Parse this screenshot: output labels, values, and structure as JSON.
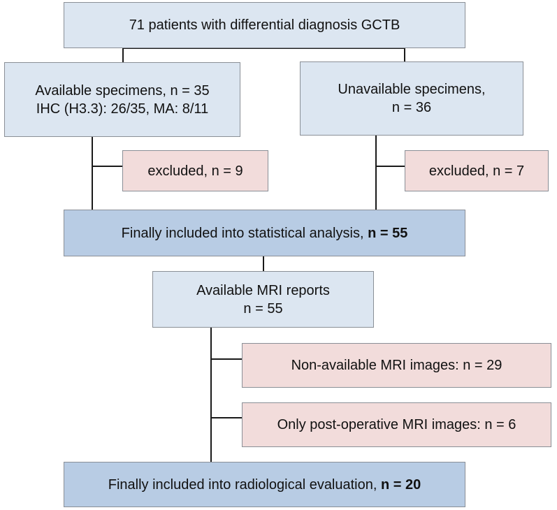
{
  "diagram": {
    "top": {
      "text": "71 patients with differential diagnosis GCTB"
    },
    "available": {
      "line1": "Available specimens, n = 35",
      "line2": "IHC (H3.3): 26/35, MA: 8/11"
    },
    "unavailable": {
      "line1": "Unavailable specimens,",
      "line2": "n = 36"
    },
    "excluded_left": {
      "text": "excluded, n = 9"
    },
    "excluded_right": {
      "text": "excluded, n = 7"
    },
    "stat_included": {
      "prefix": "Finally included into statistical analysis, ",
      "count": "n = 55"
    },
    "mri_reports": {
      "line1": "Available MRI reports",
      "line2": "n = 55"
    },
    "non_available_mri": {
      "text": "Non-available MRI images: n = 29"
    },
    "postop_mri": {
      "text": "Only post-operative MRI images: n = 6"
    },
    "radio_included": {
      "prefix": "Finally included into radiological evaluation, ",
      "count": "n = 20"
    }
  }
}
